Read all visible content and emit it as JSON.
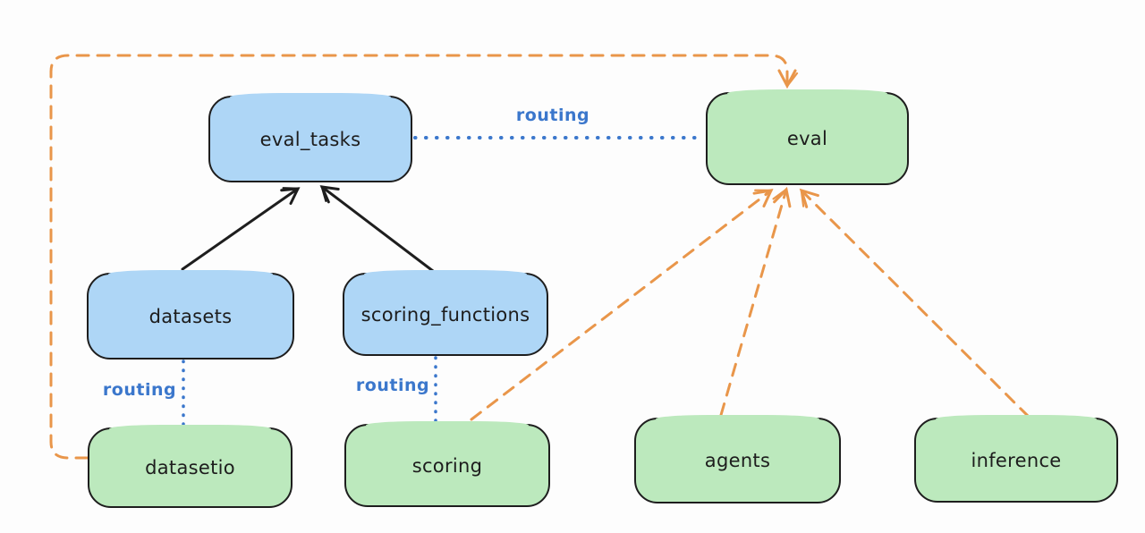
{
  "diagram": {
    "nodes": {
      "eval_tasks": {
        "label": "eval_tasks",
        "kind": "registry",
        "color": "blue"
      },
      "eval": {
        "label": "eval",
        "kind": "api",
        "color": "green"
      },
      "datasets": {
        "label": "datasets",
        "kind": "registry",
        "color": "blue"
      },
      "scoring_functions": {
        "label": "scoring_functions",
        "kind": "registry",
        "color": "blue"
      },
      "datasetio": {
        "label": "datasetio",
        "kind": "api",
        "color": "green"
      },
      "scoring": {
        "label": "scoring",
        "kind": "api",
        "color": "green"
      },
      "agents": {
        "label": "agents",
        "kind": "api",
        "color": "green"
      },
      "inference": {
        "label": "inference",
        "kind": "api",
        "color": "green"
      }
    },
    "edge_labels": {
      "routing_top": "routing",
      "routing_datasets": "routing",
      "routing_scoring": "routing"
    },
    "edges": [
      {
        "from": "datasets",
        "to": "eval_tasks",
        "style": "solid-arrow"
      },
      {
        "from": "scoring_functions",
        "to": "eval_tasks",
        "style": "solid-arrow"
      },
      {
        "from": "eval_tasks",
        "to": "eval",
        "style": "dotted",
        "label": "routing"
      },
      {
        "from": "datasets",
        "to": "datasetio",
        "style": "dotted",
        "label": "routing"
      },
      {
        "from": "scoring_functions",
        "to": "scoring",
        "style": "dotted",
        "label": "routing"
      },
      {
        "from": "datasetio",
        "to": "eval",
        "style": "dashed-arrow"
      },
      {
        "from": "scoring",
        "to": "eval",
        "style": "dashed-arrow"
      },
      {
        "from": "agents",
        "to": "eval",
        "style": "dashed-arrow"
      },
      {
        "from": "inference",
        "to": "eval",
        "style": "dashed-arrow"
      }
    ],
    "colors": {
      "blue_fill": "#aed6f6",
      "green_fill": "#bce9bd",
      "node_stroke": "#1e1e1e",
      "solid_arrow": "#1e1e1e",
      "routing_line": "#3b77cc",
      "provider_arrow": "#e9964a"
    }
  }
}
